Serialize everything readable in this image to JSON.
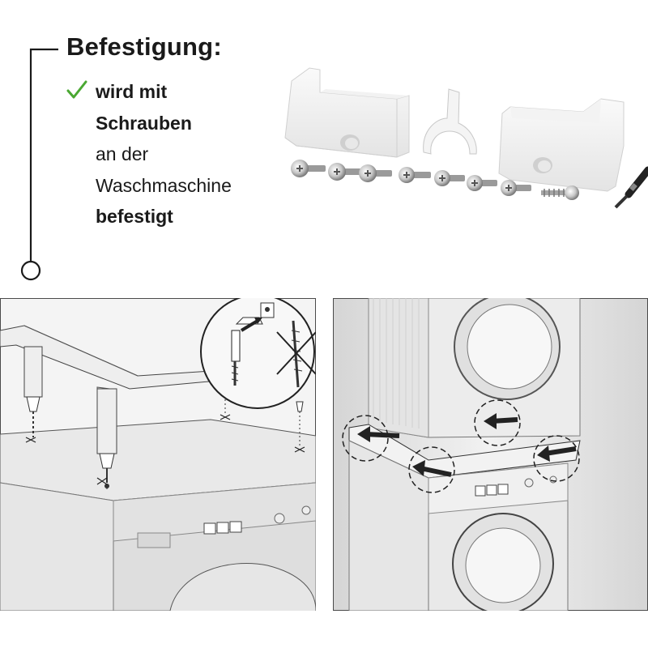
{
  "heading": "Befestigung:",
  "feature_lines": [
    {
      "text": "wird mit",
      "bold": true
    },
    {
      "text": "Schrauben",
      "bold": true
    },
    {
      "text": "an der",
      "bold": false
    },
    {
      "text": "Waschmaschine",
      "bold": false
    },
    {
      "text": "befestigt",
      "bold": true
    }
  ],
  "icons": {
    "check": "check-icon",
    "timeline_end": "circle-icon"
  },
  "colors": {
    "check": "#4aa832",
    "text": "#1a1a1a",
    "line": "#1a1a1a"
  }
}
